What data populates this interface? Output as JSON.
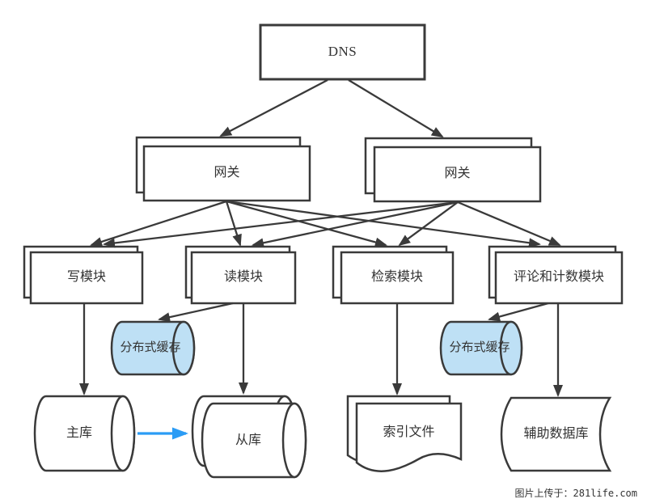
{
  "page": {
    "background": "#ffffff"
  },
  "colors": {
    "stroke": "#3a3a3a",
    "text": "#333333",
    "cache_fill": "#bee0f5",
    "replication_arrow": "#2b9cf5"
  },
  "nodes": {
    "dns": {
      "label": "DNS",
      "shape": "rectangle"
    },
    "gateway_left": {
      "label": "网关",
      "shape": "stacked-rectangle"
    },
    "gateway_right": {
      "label": "网关",
      "shape": "stacked-rectangle"
    },
    "write_module": {
      "label": "写模块",
      "shape": "stacked-rectangle"
    },
    "read_module": {
      "label": "读模块",
      "shape": "stacked-rectangle"
    },
    "search_module": {
      "label": "检索模块",
      "shape": "stacked-rectangle"
    },
    "comment_count_module": {
      "label": "评论和计数模块",
      "shape": "stacked-rectangle"
    },
    "cache_left": {
      "label": "分布式缓存",
      "shape": "cylinder",
      "fill": "#bee0f5"
    },
    "cache_right": {
      "label": "分布式缓存",
      "shape": "cylinder",
      "fill": "#bee0f5"
    },
    "master_db": {
      "label": "主库",
      "shape": "cylinder"
    },
    "slave_db": {
      "label": "从库",
      "shape": "stacked-cylinder"
    },
    "index_file": {
      "label": "索引文件",
      "shape": "stacked-document"
    },
    "aux_db": {
      "label": "辅助数据库",
      "shape": "stored-data"
    }
  },
  "edges": [
    {
      "from": "dns",
      "to": "gateway_left",
      "color": "dark"
    },
    {
      "from": "dns",
      "to": "gateway_right",
      "color": "dark"
    },
    {
      "from": "gateway_left",
      "to": "write_module",
      "color": "dark"
    },
    {
      "from": "gateway_left",
      "to": "read_module",
      "color": "dark"
    },
    {
      "from": "gateway_left",
      "to": "search_module",
      "color": "dark"
    },
    {
      "from": "gateway_left",
      "to": "comment_count_module",
      "color": "dark"
    },
    {
      "from": "gateway_right",
      "to": "write_module",
      "color": "dark"
    },
    {
      "from": "gateway_right",
      "to": "read_module",
      "color": "dark"
    },
    {
      "from": "gateway_right",
      "to": "search_module",
      "color": "dark"
    },
    {
      "from": "gateway_right",
      "to": "comment_count_module",
      "color": "dark"
    },
    {
      "from": "write_module",
      "to": "master_db",
      "color": "dark"
    },
    {
      "from": "read_module",
      "to": "cache_left",
      "color": "dark"
    },
    {
      "from": "read_module",
      "to": "slave_db",
      "color": "dark"
    },
    {
      "from": "search_module",
      "to": "index_file",
      "color": "dark"
    },
    {
      "from": "comment_count_module",
      "to": "cache_right",
      "color": "dark"
    },
    {
      "from": "comment_count_module",
      "to": "aux_db",
      "color": "dark"
    },
    {
      "from": "master_db",
      "to": "slave_db",
      "color": "blue"
    }
  ],
  "watermark": {
    "text": "图片上传于：281life.com"
  }
}
